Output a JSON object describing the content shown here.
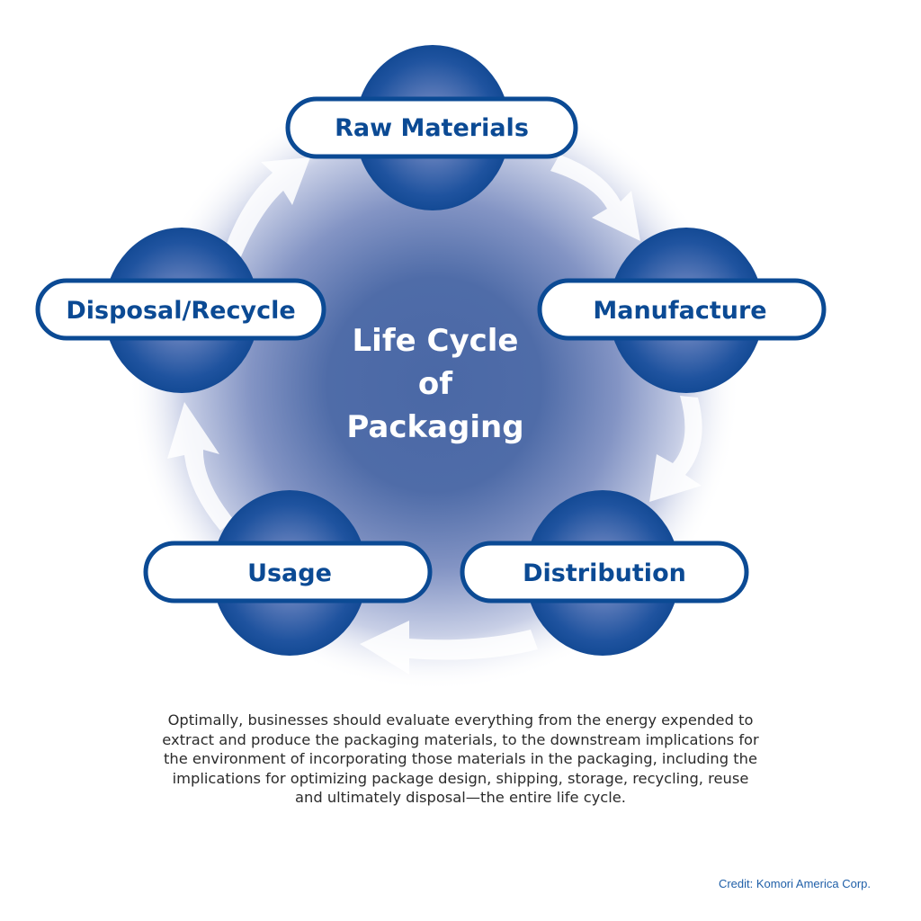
{
  "diagram": {
    "title_lines": [
      "Life Cycle",
      "of",
      "Packaging"
    ],
    "stages": [
      {
        "label": "Raw Materials"
      },
      {
        "label": "Manufacture"
      },
      {
        "label": "Distribution"
      },
      {
        "label": "Usage"
      },
      {
        "label": "Disposal/Recycle"
      }
    ],
    "flow_direction": "clockwise",
    "colors": {
      "primary_blue": "#0b4a94",
      "glow_blue": "#4a68a6",
      "pill_fill": "#ffffff",
      "arrow_fill": "#ffffff"
    }
  },
  "caption": {
    "lines": [
      "Optimally, businesses should evaluate everything from the energy expended to",
      "extract and produce the packaging materials, to the downstream implications for",
      "the environment of incorporating those materials in the packaging, including the",
      "implications for optimizing package design, shipping, storage, recycling, reuse",
      "and ultimately disposal—the entire life cycle."
    ]
  },
  "credit": "Credit: Komori America Corp."
}
